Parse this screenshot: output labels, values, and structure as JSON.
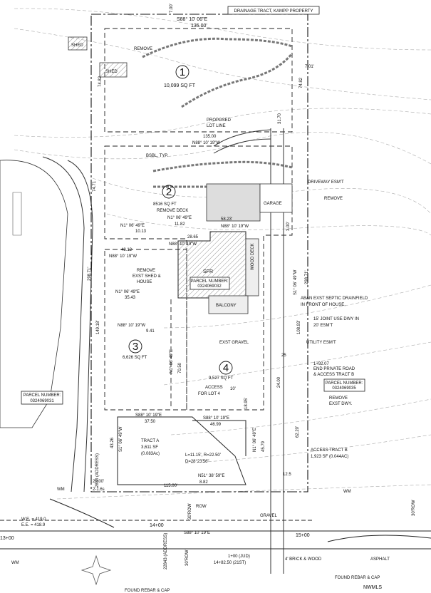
{
  "drainage": "DRAINAGE TRACT, KAMPP PROPERTY",
  "top_bearing": "S88° 10' 06\"E",
  "top_dist": "135.00'",
  "setback_7": "7.00'",
  "setback_701": "7.01'",
  "dim_7482": "74.82",
  "dim_3170": "31.70",
  "shed": "SHED",
  "remove": "REMOVE",
  "lot1": {
    "num": "1",
    "area": "10,099 SQ FT"
  },
  "proposed_line": "PROPOSED",
  "lot_line": "LOT LINE",
  "mid_dist": "135.00",
  "mid_bearing": "N88° 10' 19\"W",
  "bsbl": "BSBL, TYP.",
  "dim_7471": "74.71",
  "lot2": {
    "num": "2",
    "area": "8516 SQ FT"
  },
  "remove_deck": "REMOVE DECK",
  "dwy_esmt": "DRIVEWAY ESM'T",
  "garage": "GARAGE",
  "brg_n1_a": "N1° 06' 49\"E",
  "d_1182": "11.82",
  "d_5823": "58.23'",
  "brg_n1_b": "N1° 06' 49\"E",
  "d_1013": "10.13",
  "brg_n88_a": "N88° 10' 19\"W",
  "d_2865": "28.65",
  "brg_n88_b": "N88° 10' 19\"W",
  "d_4812": "48.12",
  "brg_n88_c": "N88° 10' 19\"W",
  "remove_exst": [
    "REMOVE",
    "EXST SHED &",
    "HOUSE"
  ],
  "sfr": "SFR",
  "wood_deck": "WOOD DECK",
  "parcel_a": [
    "PARCEL NUMBER:",
    "0324069032"
  ],
  "balcony": "BALCONY",
  "brg_n1_c": "N1° 06' 49\"E",
  "d_3543": "35.43",
  "d_2987": "298.71'",
  "d_2987b": "298.71'",
  "d_14918": "149.18'",
  "d_300": "3.00'",
  "brg_s1_a": "S1° 06' 49\"W",
  "septic": [
    "ABAN EXST SEPTIC DRAINFIELD",
    "IN FRONT OF HOUSE."
  ],
  "joint_use": [
    "15' JOINT USE DWY IN",
    "20' ESM'T"
  ],
  "brg_n88_d": "N88° 10' 19\"W",
  "d_941": "9.41",
  "exst_gravel": "EXST GRAVEL",
  "d_10893": "108.93'",
  "utility": "UTILITY ESM'T",
  "lot3": {
    "num": "3",
    "area": "6,626 SQ FT"
  },
  "lot4": {
    "num": "4",
    "area": "9,527 SQ FT"
  },
  "d_25": "25",
  "station_a": "1+92.07",
  "end_private": [
    "END PRIVATE ROAD",
    "& ACCESS TRACT B"
  ],
  "parcel_b": [
    "PARCEL NUMBER:",
    "0324069035"
  ],
  "parcel_c": [
    "PARCEL NUMBER:",
    "0324069031"
  ],
  "brg_n1_d": "N1° 06' 49\"E",
  "d_7050": "70.50",
  "access_lot4": [
    "ACCESS",
    "FOR LOT 4"
  ],
  "d_10": "10'",
  "d_1895": "18.95'",
  "remove_dwy": [
    "REMOVE",
    "EXST DWY."
  ],
  "d_2400": "24.00",
  "d_6220": "62.20'",
  "brg_s88_a": "S88° 10' 19\"E",
  "d_3750": "37.50",
  "brg_s88_b": "S88° 10' 19\"E",
  "d_4699": "46.99",
  "tract_a": [
    "TRACT A",
    "3,611 SF",
    "(0.083Ac)"
  ],
  "d_4326": "43.26",
  "brg_s1_b": "S1° 06' 49\"W",
  "curve": [
    "L=11.15', R=22.50'",
    "D=28°23'56\""
  ],
  "brg_n1_e": "N1° 06' 49\"E",
  "d_4579": "45.79",
  "access_b": [
    "ACCESS TRACT B",
    "1,923 SF (0.044AC)"
  ],
  "d_125": "12.5",
  "brg_n51": "N51° 38' 59\"E",
  "d_882": "8.82",
  "address": "2830 (ADDRESS)",
  "d_2000": "20.00'",
  "d_2160": "2-1.6s",
  "d_11500": "115.00'",
  "row": "ROW",
  "elev": [
    "W.E. = 419.0",
    "E.E. = 418.9"
  ],
  "sta_14": "14+00",
  "sta_15": "15+00",
  "sta_13": "13+00",
  "brg_s88_c": "S88° 10' 19\"E",
  "row30_a": "30'ROW",
  "row30_b": "30'ROW",
  "row30_c": "30'ROW",
  "sta_jud": "1+00 (JUD)",
  "sta_21st": "14+82.50 (21ST)",
  "brick_wood": "4' BRICK & WOOD",
  "asphalt": "ASPHALT",
  "found_rebar_a": "FOUND REBAR & CAP",
  "found_rebar_b": "FOUND REBAR & CAP",
  "address_b": "22843 (ADDRESS)",
  "wm": "WM",
  "gravel": "GRAVEL",
  "watermark": "NWMLS"
}
